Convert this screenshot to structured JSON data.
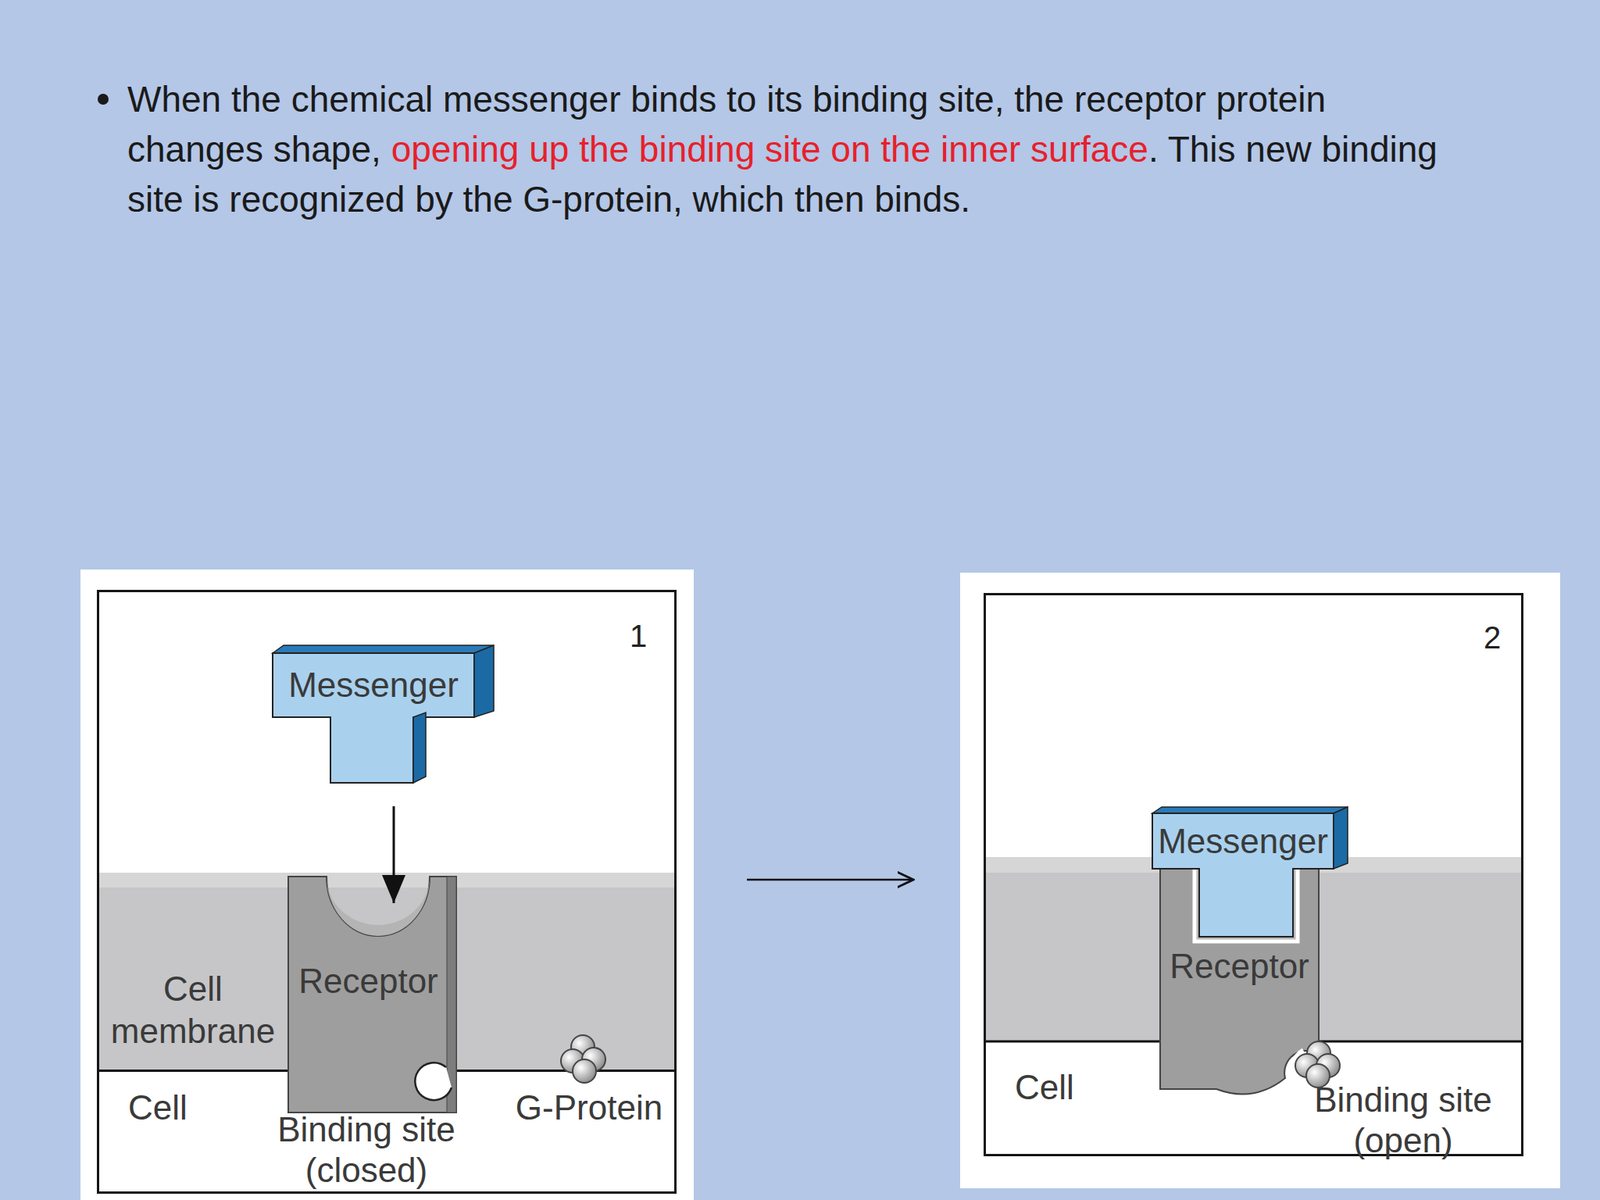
{
  "diagram": {
    "nodes": [
      {
        "text": [
          "1"
        ]
      },
      {
        "text": [
          "Messenger"
        ],
        "in": 0
      },
      {
        "text": [
          "Cell membrane"
        ],
        "in": 0
      },
      {
        "text": [
          "Receptor"
        ],
        "in": 0
      },
      {
        "text": [
          "2"
        ]
      },
      {
        "text": [
          "Messenger"
        ],
        "in": 4
      },
      {
        "text": [
          "Receptor"
        ],
        "in": 4
      }
    ],
    "edges": [
      {
        "from": 1,
        "to": 3,
        "arrow": "to"
      },
      {
        "from": 0,
        "to": 4,
        "arrow": "to"
      }
    ],
    "labels": [
      "When the chemical messenger binds to its binding site, the receptor protein changes shape,",
      "opening up the binding site on the inner surface",
      ". This new binding site is recognized by the G-protein, which then binds.",
      "Cell",
      "Binding site (closed)",
      "G-Protein",
      "Cell",
      "Binding site (open)"
    ]
  }
}
